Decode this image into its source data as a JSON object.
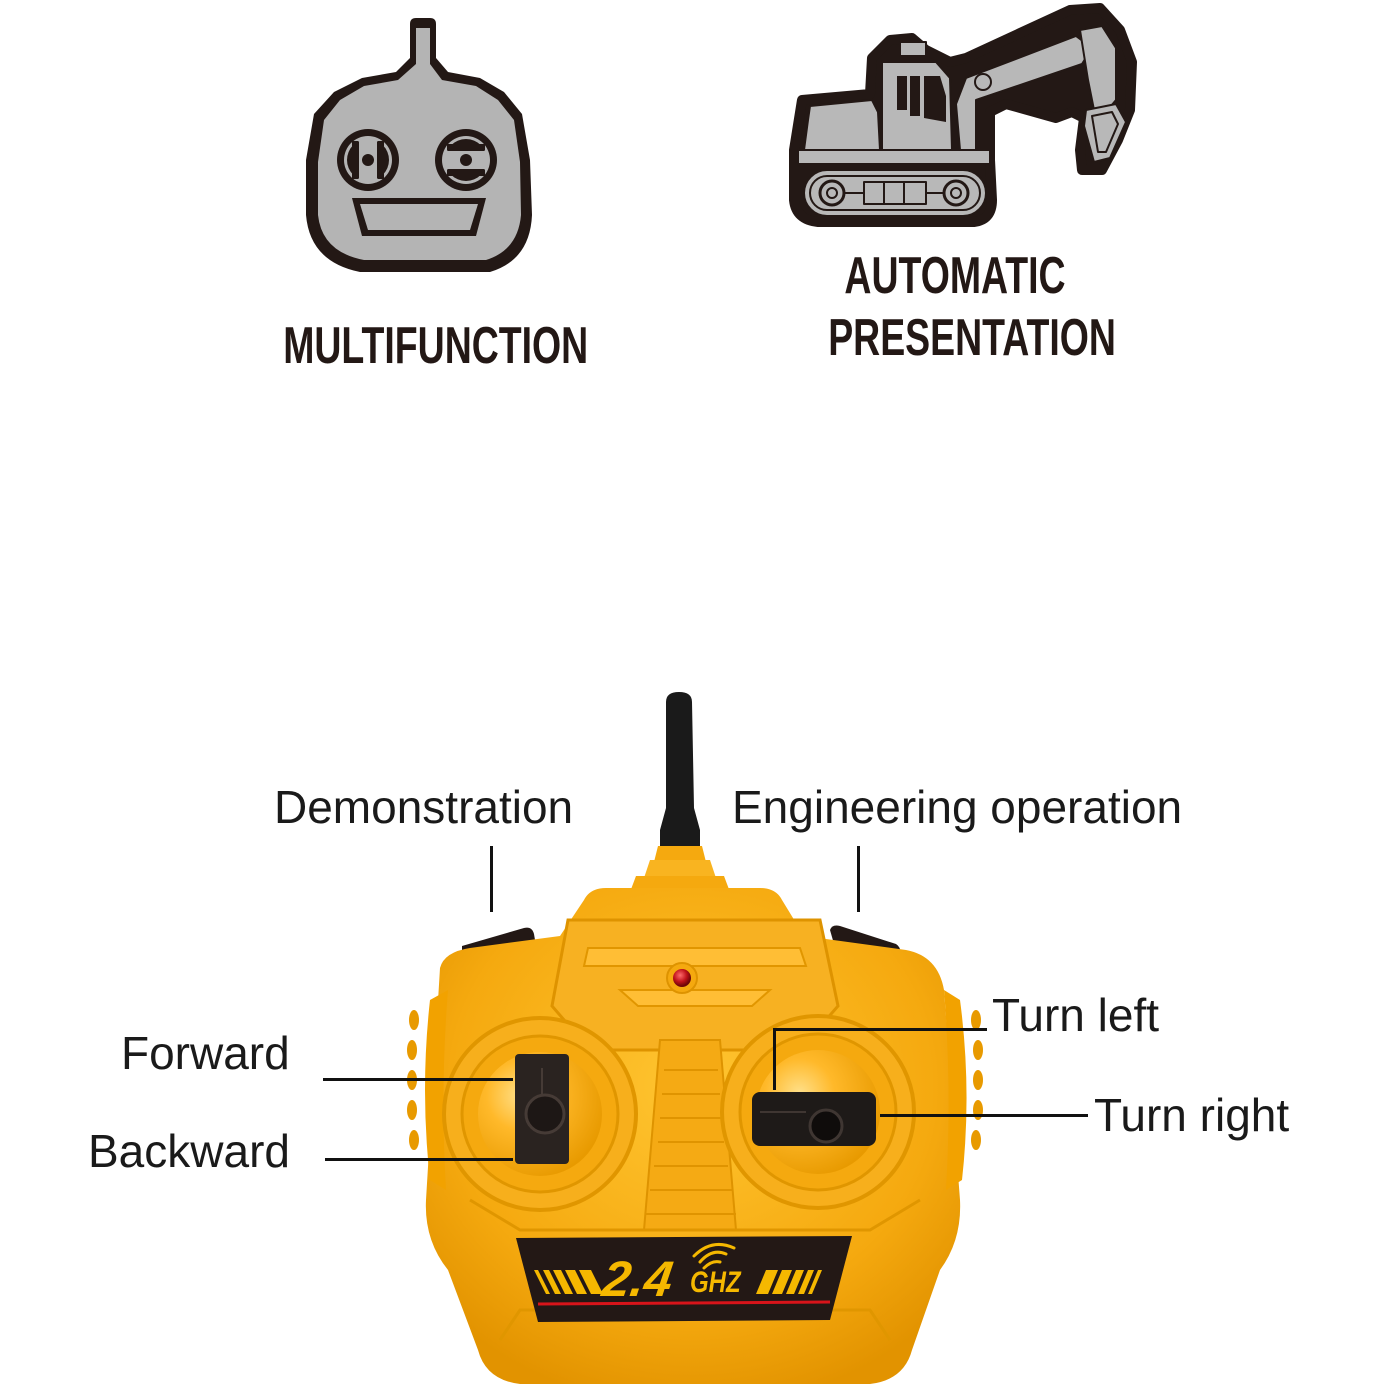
{
  "features": [
    {
      "id": "multifunction",
      "icon": "remote-control-icon",
      "label": "MULTIFUNCTION"
    },
    {
      "id": "automatic-presentation",
      "icon": "excavator-icon",
      "label_lines": [
        "AUTOMATIC",
        "PRESENTATION"
      ]
    }
  ],
  "remote": {
    "frequency_label": "2.4",
    "frequency_unit": "GHZ",
    "colors": {
      "body": "#F5A90F",
      "body_highlight": "#FFC23A",
      "body_shadow": "#D98E00",
      "badge_bg": "#231815",
      "badge_text": "#F5B800",
      "badge_stripe": "#D7141A",
      "led": "#C0121A",
      "stick": "#2A2320",
      "antenna": "#1A1A1A"
    }
  },
  "callouts": {
    "demonstration": "Demonstration",
    "engineering_operation": "Engineering operation",
    "forward": "Forward",
    "backward": "Backward",
    "turn_left": "Turn left",
    "turn_right": "Turn right"
  }
}
